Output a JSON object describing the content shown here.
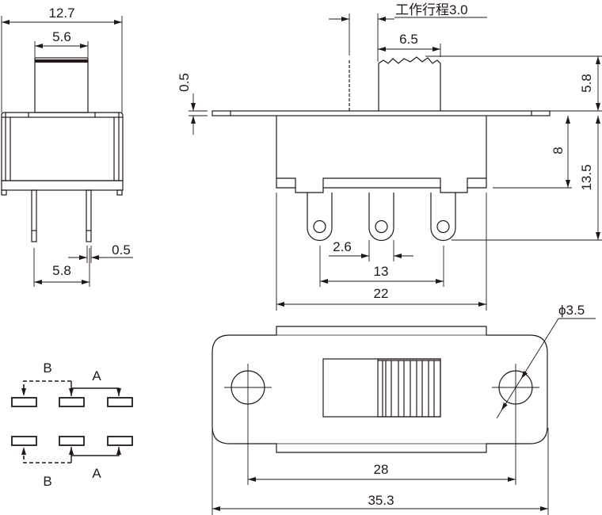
{
  "front_view": {
    "width_total": "12.7",
    "actuator_width": "5.6",
    "pin_pitch": "5.8",
    "pin_thickness": "0.5"
  },
  "side_view": {
    "travel": "工作行程3.0",
    "knob_width": "6.5",
    "knob_height": "5.8",
    "flange_thickness": "0.5",
    "body_height": "8",
    "overall_height": "13.5",
    "lug_width": "2.6",
    "lug_pitch": "13",
    "body_width": "22"
  },
  "top_view": {
    "hole_diameter": "ϕ3.5",
    "hole_pitch": "28",
    "plate_length": "35.3"
  },
  "schematic": {
    "label_b_top": "B",
    "label_a_top": "A",
    "label_b_bottom": "B",
    "label_a_bottom": "A"
  }
}
